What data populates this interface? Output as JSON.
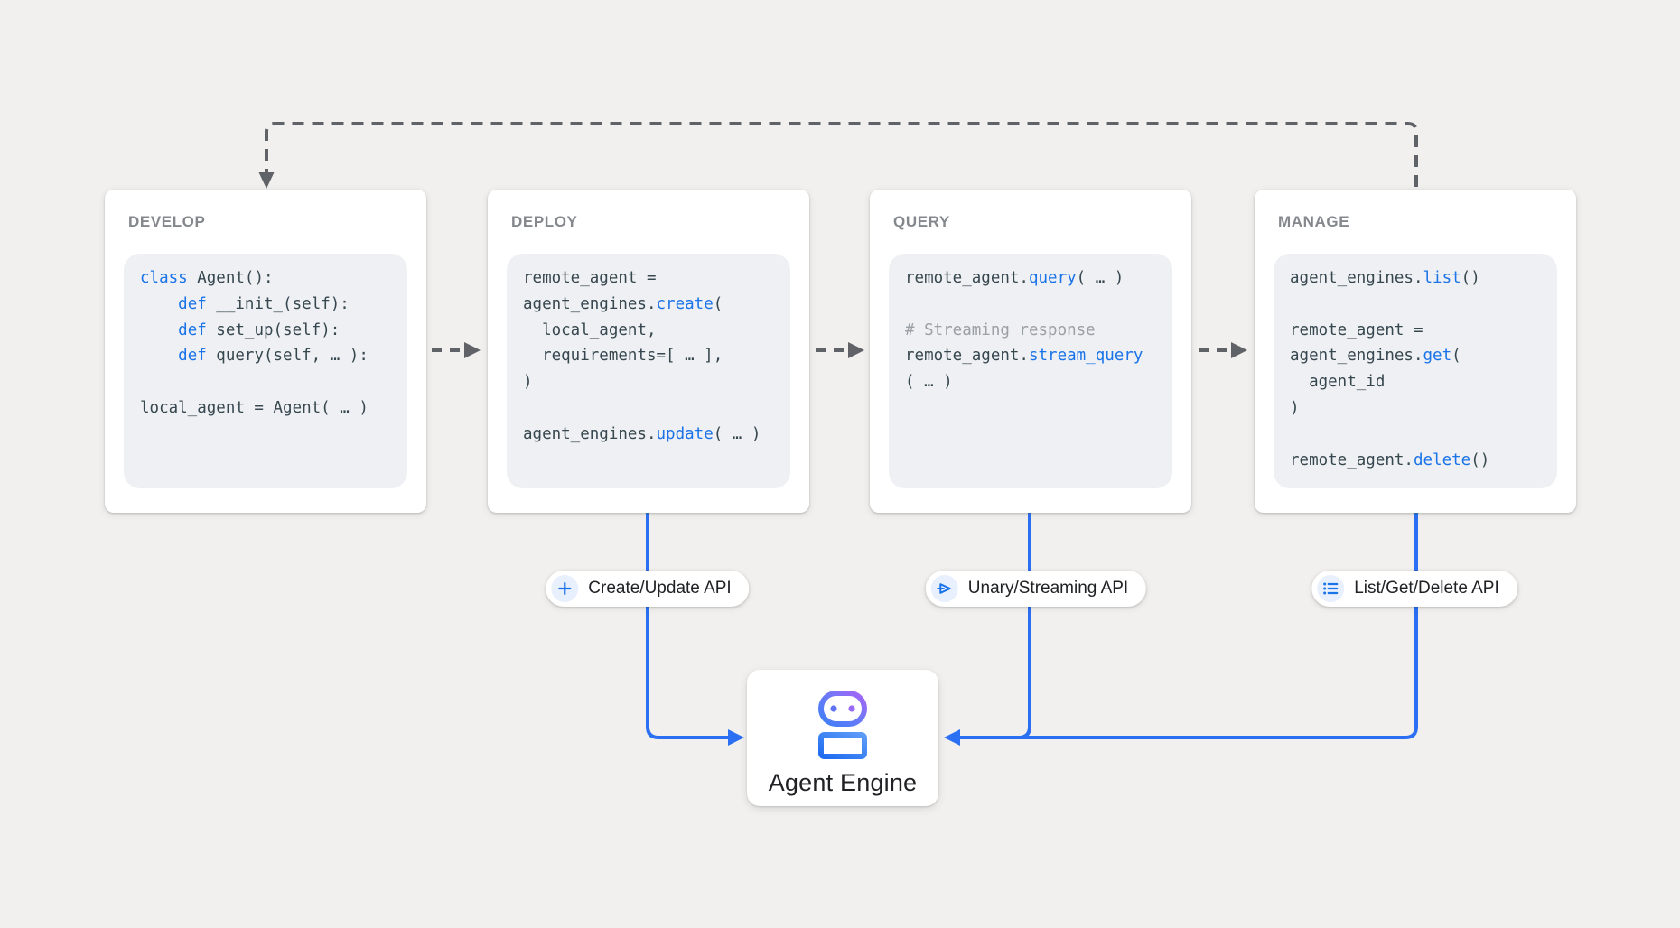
{
  "colors": {
    "background": "#f2f0ee",
    "card_bg": "#ffffff",
    "code_bg": "#eef0f3",
    "title_gray": "#84888d",
    "code_text": "#37474f",
    "keyword_blue": "#1a73e8",
    "comment_gray": "#9aa0a6",
    "dashed_gray": "#5f6368",
    "line_blue": "#2b6ff2",
    "badge_bg": "#e8f0fe",
    "icon_blue": "#1a73e8",
    "label_text": "#202124"
  },
  "cards": [
    {
      "id": "develop",
      "title": "DEVELOP",
      "code": [
        [
          {
            "t": "class",
            "c": "kw"
          },
          {
            "t": " Agent():"
          }
        ],
        [
          {
            "t": "    "
          },
          {
            "t": "def",
            "c": "kw"
          },
          {
            "t": " __init_(self):"
          }
        ],
        [
          {
            "t": "    "
          },
          {
            "t": "def",
            "c": "kw"
          },
          {
            "t": " set_up(self):"
          }
        ],
        [
          {
            "t": "    "
          },
          {
            "t": "def",
            "c": "kw"
          },
          {
            "t": " query(self, … ):"
          }
        ],
        [],
        [
          {
            "t": "local_agent = Agent( … )"
          }
        ]
      ]
    },
    {
      "id": "deploy",
      "title": "DEPLOY",
      "code": [
        [
          {
            "t": "remote_agent ="
          }
        ],
        [
          {
            "t": "agent_engines."
          },
          {
            "t": "create",
            "c": "kw"
          },
          {
            "t": "("
          }
        ],
        [
          {
            "t": "  local_agent,"
          }
        ],
        [
          {
            "t": "  requirements=[ … ],"
          }
        ],
        [
          {
            "t": ")"
          }
        ],
        [],
        [
          {
            "t": "agent_engines."
          },
          {
            "t": "update",
            "c": "kw"
          },
          {
            "t": "( … )"
          }
        ]
      ]
    },
    {
      "id": "query",
      "title": "QUERY",
      "code": [
        [
          {
            "t": "remote_agent."
          },
          {
            "t": "query",
            "c": "kw"
          },
          {
            "t": "( … )"
          }
        ],
        [],
        [
          {
            "t": "# Streaming response",
            "c": "cm"
          }
        ],
        [
          {
            "t": "remote_agent."
          },
          {
            "t": "stream_query",
            "c": "kw"
          }
        ],
        [
          {
            "t": "( … )"
          }
        ]
      ]
    },
    {
      "id": "manage",
      "title": "MANAGE",
      "code": [
        [
          {
            "t": "agent_engines."
          },
          {
            "t": "list",
            "c": "kw"
          },
          {
            "t": "()"
          }
        ],
        [],
        [
          {
            "t": "remote_agent ="
          }
        ],
        [
          {
            "t": "agent_engines."
          },
          {
            "t": "get",
            "c": "kw"
          },
          {
            "t": "("
          }
        ],
        [
          {
            "t": "  agent_id"
          }
        ],
        [
          {
            "t": ")"
          }
        ],
        [],
        [
          {
            "t": "remote_agent."
          },
          {
            "t": "delete",
            "c": "kw"
          },
          {
            "t": "()"
          }
        ]
      ]
    }
  ],
  "pills": [
    {
      "id": "create-update",
      "icon": "plus-icon",
      "label": "Create/Update API"
    },
    {
      "id": "unary-streaming",
      "icon": "send-icon",
      "label": "Unary/Streaming API"
    },
    {
      "id": "list-get-delete",
      "icon": "list-icon",
      "label": "List/Get/Delete API"
    }
  ],
  "engine": {
    "icon": "robot-icon",
    "label": "Agent Engine"
  }
}
